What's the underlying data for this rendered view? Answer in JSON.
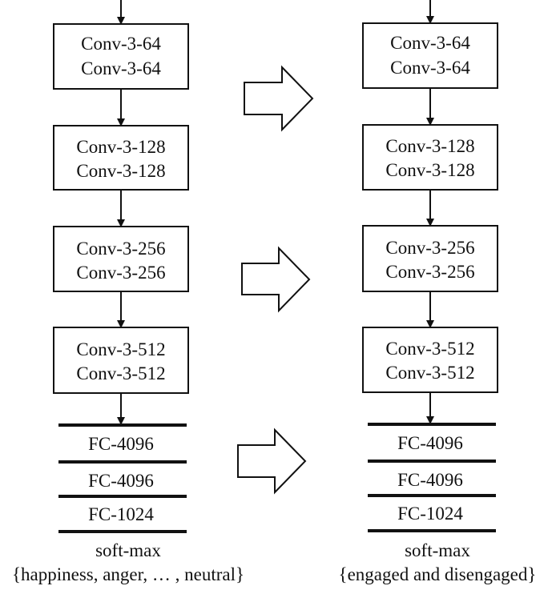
{
  "left_column": {
    "conv_blocks": [
      {
        "line1": "Conv-3-64",
        "line2": "Conv-3-64"
      },
      {
        "line1": "Conv-3-128",
        "line2": "Conv-3-128"
      },
      {
        "line1": "Conv-3-256",
        "line2": "Conv-3-256"
      },
      {
        "line1": "Conv-3-512",
        "line2": "Conv-3-512"
      }
    ],
    "fc_layers": [
      "FC-4096",
      "FC-4096",
      "FC-1024"
    ],
    "output_label": "soft-max",
    "classes_label": "{happiness, anger, … , neutral}"
  },
  "right_column": {
    "conv_blocks": [
      {
        "line1": "Conv-3-64",
        "line2": "Conv-3-64"
      },
      {
        "line1": "Conv-3-128",
        "line2": "Conv-3-128"
      },
      {
        "line1": "Conv-3-256",
        "line2": "Conv-3-256"
      },
      {
        "line1": "Conv-3-512",
        "line2": "Conv-3-512"
      }
    ],
    "fc_layers": [
      "FC-4096",
      "FC-4096",
      "FC-1024"
    ],
    "output_label": "soft-max",
    "classes_label": "{engaged and disengaged}"
  },
  "transfer_arrows": [
    "conv-64-block",
    "conv-256-block",
    "fc-layers"
  ]
}
